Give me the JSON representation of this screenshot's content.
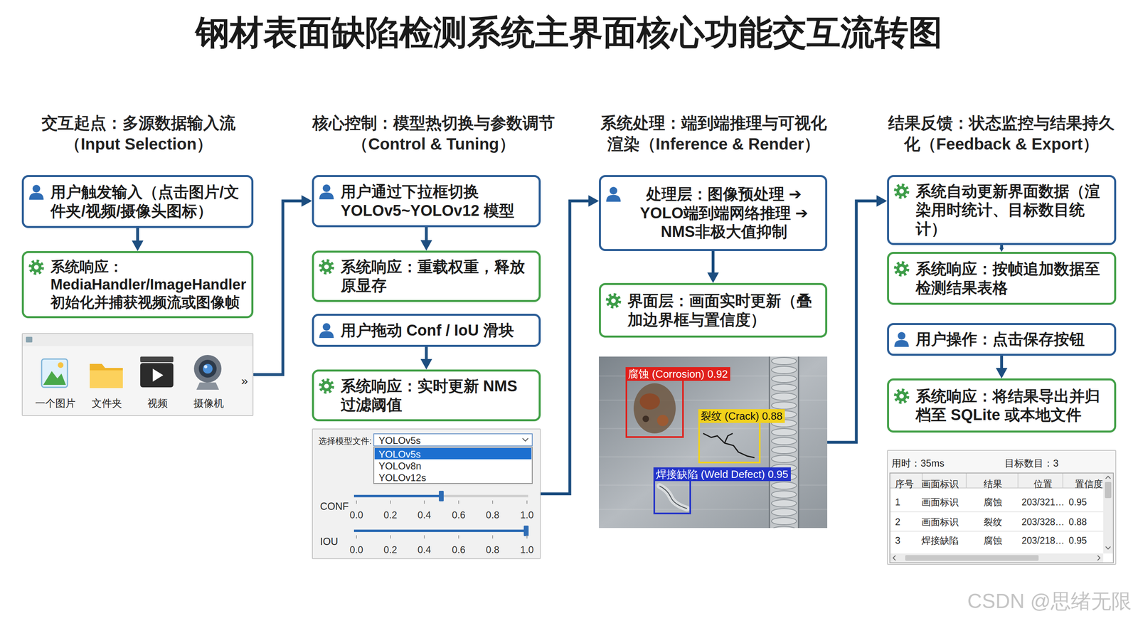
{
  "diagram": {
    "title": "钢材表面缺陷检测系统主界面核心功能交互流转图",
    "nodes": [
      {
        "text": [
          "用户触发输入（点击图片/文件夹/视频/摄像头图标）"
        ]
      },
      {
        "text": [
          "系统响应：MediaHandler/ImageHandler 初始化并捕获视频流或图像帧"
        ]
      },
      {
        "text": [
          "一个图片",
          "文件夹",
          "视频",
          "摄像机",
          "»"
        ]
      },
      {
        "text": [
          "用户通过下拉框切换 YOLOv5~YOLOv12 模型"
        ]
      },
      {
        "text": [
          "系统响应：重载权重，释放原显存"
        ]
      },
      {
        "text": [
          "用户拖动 Conf / IoU 滑块"
        ]
      },
      {
        "text": [
          "系统响应：实时更新 NMS 过滤阈值"
        ]
      },
      {
        "text": [
          "选择模型文件:",
          "YOLOv5s",
          "YOLOv5s",
          "YOLOv8n",
          "YOLOv12s",
          "CONF",
          "IOU"
        ]
      },
      {
        "text": [
          "处理层：图像预处理 ➔ YOLO端到端网络推理 ➔ NMS非极大值抑制"
        ]
      },
      {
        "text": [
          "界面层：画面实时更新（叠加边界框与置信度）"
        ]
      },
      {
        "text": []
      },
      {
        "text": [
          "腐蚀 (Corrosion) 0.92"
        ],
        "in": 10
      },
      {
        "text": [
          "裂纹 (Crack) 0.88"
        ],
        "in": 10
      },
      {
        "text": [
          "焊接缺陷 (Weld Defect) 0.95"
        ],
        "in": 10
      },
      {
        "text": [
          "系统自动更新界面数据（渲染用时统计、目标数目统计）"
        ]
      },
      {
        "text": [
          "系统响应：按帧追加数据至检测结果表格"
        ]
      },
      {
        "text": [
          "用户操作：点击保存按钮"
        ]
      },
      {
        "text": [
          "系统响应：将结果导出并归档至 SQLite 或本地文件"
        ]
      },
      {
        "text": [
          "用时：35ms",
          "目标数目：3"
        ]
      }
    ],
    "edges": [
      {
        "from": 0,
        "to": 1,
        "arrow": "to"
      },
      {
        "from": 2,
        "to": 3,
        "arrow": "to"
      },
      {
        "from": 3,
        "to": 4,
        "arrow": "to"
      },
      {
        "from": 5,
        "to": 6,
        "arrow": "to"
      },
      {
        "from": 7,
        "to": 8,
        "arrow": "to"
      },
      {
        "from": 8,
        "to": 9,
        "arrow": "to"
      },
      {
        "from": 10,
        "to": 14,
        "arrow": "to"
      },
      {
        "from": 14,
        "to": 15,
        "arrow": "to"
      },
      {
        "from": 16,
        "to": 17,
        "arrow": "to"
      }
    ],
    "labels": [
      "交互起点：多源数据输入流（Input Selection）",
      "核心控制：模型热切换与参数调节（Control & Tuning）",
      "系统处理：端到端推理与可视化渲染（Inference & Render）",
      "结果反馈：状态监控与结果持久化（Feedback & Export）",
      "0.0",
      "0.2",
      "0.4",
      "0.6",
      "0.8",
      "1.0",
      "0.0",
      "0.2",
      "0.4",
      "0.6",
      "0.8",
      "1.0",
      "序号",
      "画面标识",
      "结果",
      "位置",
      "置信度",
      "1",
      "画面标识",
      "腐蚀",
      "203/321…",
      "0.95",
      "2",
      "画面标识",
      "裂纹",
      "203/328…",
      "0.88",
      "3",
      "焊接缺陷",
      "腐蚀",
      "203/218…",
      "0.95",
      "CSDN @思绪无限"
    ]
  }
}
